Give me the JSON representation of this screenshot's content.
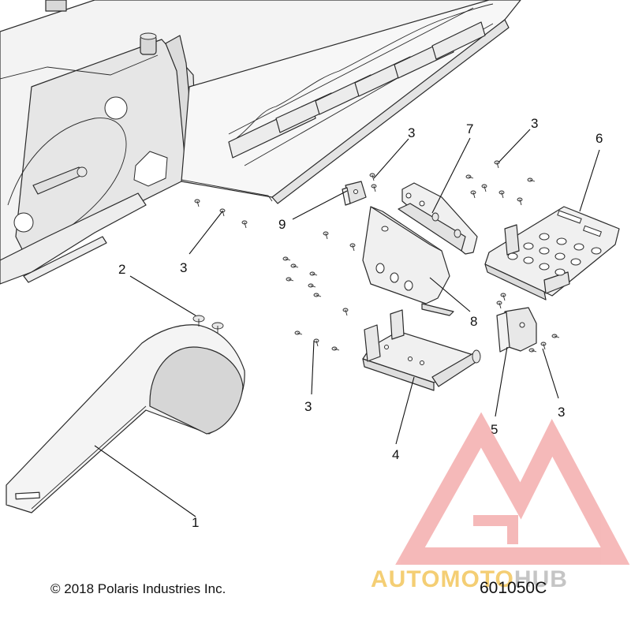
{
  "diagram": {
    "callouts": [
      {
        "id": "1",
        "label": "1"
      },
      {
        "id": "2",
        "label": "2"
      },
      {
        "id": "3a",
        "label": "3"
      },
      {
        "id": "3b",
        "label": "3"
      },
      {
        "id": "3c",
        "label": "3"
      },
      {
        "id": "3d",
        "label": "3"
      },
      {
        "id": "3e",
        "label": "3"
      },
      {
        "id": "4",
        "label": "4"
      },
      {
        "id": "5",
        "label": "5"
      },
      {
        "id": "6",
        "label": "6"
      },
      {
        "id": "7",
        "label": "7"
      },
      {
        "id": "8",
        "label": "8"
      },
      {
        "id": "9",
        "label": "9"
      }
    ]
  },
  "footer": {
    "copyright": "© 2018 Polaris Industries Inc.",
    "part_number": "601050C"
  },
  "watermark": {
    "text_a": "AUTOMOTO",
    "text_b": "HUB",
    "colors": {
      "triangle": "#f08c8c",
      "text_a": "#f0be46",
      "text_b": "#969696"
    }
  }
}
